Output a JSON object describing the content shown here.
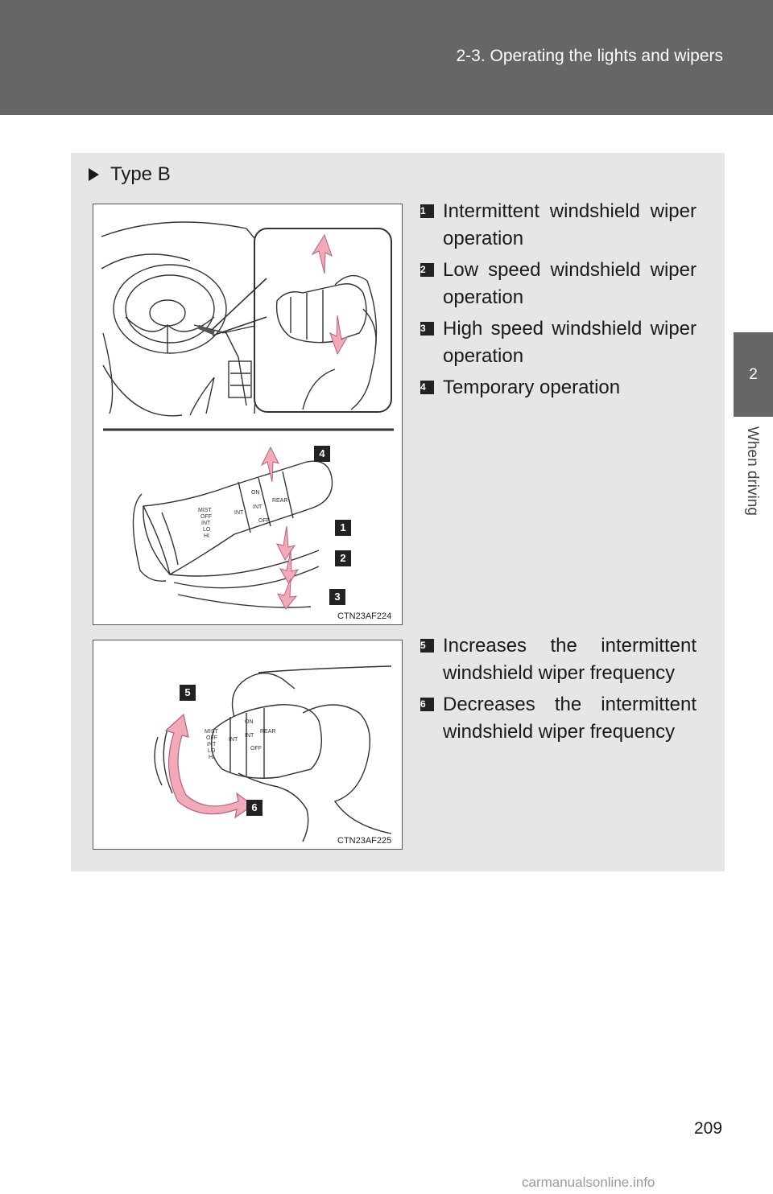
{
  "header": {
    "title": "2-3. Operating the lights and wipers"
  },
  "side_tab": {
    "number": "2",
    "label": "When driving"
  },
  "section": {
    "heading": "Type B"
  },
  "figure1": {
    "code": "CTN23AF224",
    "callouts": [
      "4",
      "1",
      "2",
      "3"
    ],
    "items": [
      {
        "num": "1",
        "text": "Intermittent windshield wiper operation"
      },
      {
        "num": "2",
        "text": "Low speed windshield wiper operation"
      },
      {
        "num": "3",
        "text": "High speed windshield wiper operation"
      },
      {
        "num": "4",
        "text": "Temporary operation"
      }
    ]
  },
  "figure2": {
    "code": "CTN23AF225",
    "callouts": [
      "5",
      "6"
    ],
    "items": [
      {
        "num": "5",
        "text": "Increases the intermittent windshield wiper frequency"
      },
      {
        "num": "6",
        "text": "Decreases the intermittent windshield wiper frequency"
      }
    ]
  },
  "page": {
    "number": "209"
  },
  "watermark": "carmanualsonline.info",
  "colors": {
    "header": "#666666",
    "panel": "#e6e6e6",
    "arrow": "#f2a9b8"
  }
}
